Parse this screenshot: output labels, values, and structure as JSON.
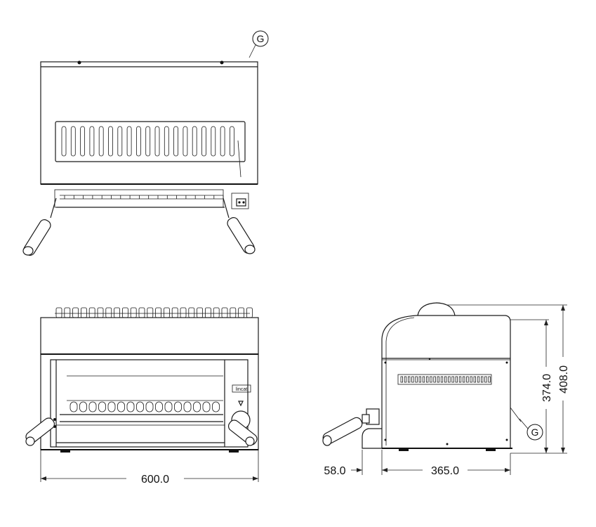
{
  "callouts": {
    "top_view": "G",
    "side_view": "G"
  },
  "logo_text": "lincat",
  "dimensions": {
    "width": "600.0",
    "depth": "365.0",
    "handle": "58.0",
    "height_body": "374.0",
    "height_total": "408.0"
  }
}
